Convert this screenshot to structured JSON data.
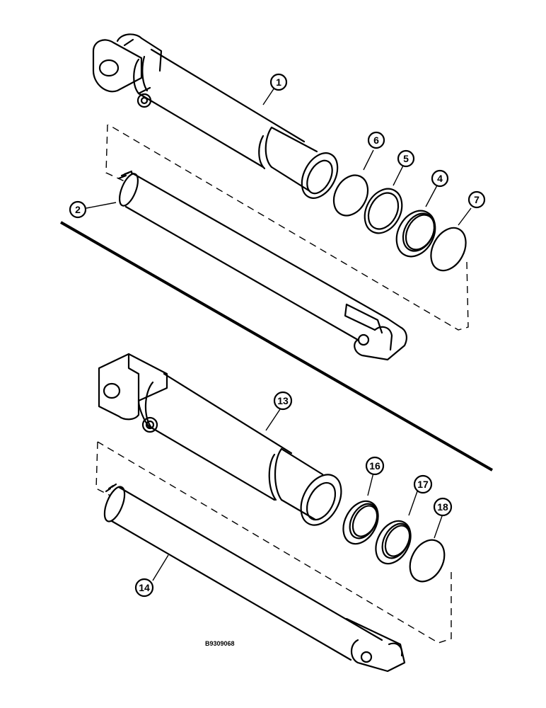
{
  "diagram": {
    "figure_code": "B9309068",
    "callouts": [
      {
        "id": "c1",
        "label": "1"
      },
      {
        "id": "c2",
        "label": "2"
      },
      {
        "id": "c4",
        "label": "4"
      },
      {
        "id": "c5",
        "label": "5"
      },
      {
        "id": "c6",
        "label": "6"
      },
      {
        "id": "c7",
        "label": "7"
      },
      {
        "id": "c13",
        "label": "13"
      },
      {
        "id": "c14",
        "label": "14"
      },
      {
        "id": "c16",
        "label": "16"
      },
      {
        "id": "c17",
        "label": "17"
      },
      {
        "id": "c18",
        "label": "18"
      }
    ]
  }
}
